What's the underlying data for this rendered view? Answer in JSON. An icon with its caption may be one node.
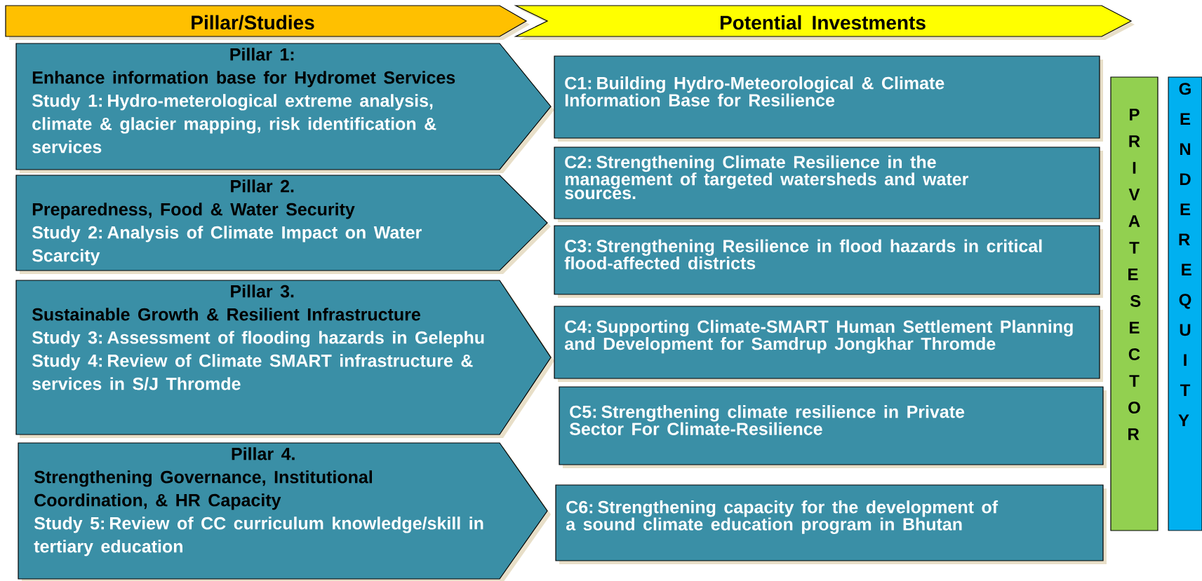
{
  "diagram": {
    "nodes": [
      {
        "text": [
          "Pillar/Studies"
        ]
      },
      {
        "text": [
          "Potential Investments"
        ]
      },
      {
        "text": [
          "Pillar 1:",
          "Enhance information base for Hydromet Services",
          "Study 1: Hydro-meterological extreme analysis, climate & glacier mapping, risk identification & services"
        ]
      },
      {
        "text": [
          "Pillar 2.",
          "Preparedness, Food & Water Security",
          "Study 2:  Analysis of Climate Impact on Water Scarcity"
        ]
      },
      {
        "text": [
          "Pillar 3.",
          "Sustainable Growth & Resilient Infrastructure",
          "Study 3: Assessment of flooding hazards in Gelephu Study 4: Review of Climate SMART infrastructure & services in S/J Thromde"
        ]
      },
      {
        "text": [
          "Pillar 4.",
          "Strengthening Governance, Institutional Coordination,  & HR Capacity",
          "Study 5: Review of CC curriculum knowledge/skill in tertiary education"
        ]
      },
      {
        "text": [
          "C1: Building Hydro-Meteorological & Climate Information Base for Resilience"
        ]
      },
      {
        "text": [
          "C2: Strengthening Climate Resilience in the management of  targeted watersheds and water sources."
        ]
      },
      {
        "text": [
          "C3: Strengthening Resilience in flood hazards in critical flood-affected districts"
        ]
      },
      {
        "text": [
          "C4: Supporting Climate-SMART Human Settlement Planning and Development for Samdrup Jongkhar Thromde"
        ]
      },
      {
        "text": [
          "C5: Strengthening climate resilience in Private Sector For Climate-Resilience"
        ]
      },
      {
        "text": [
          "C6: Strengthening capacity for the development of a sound climate education program in Bhutan"
        ]
      },
      {
        "text": [
          "PRIVATE SECTOR"
        ]
      },
      {
        "text": [
          "GENDER EQUITY"
        ]
      }
    ]
  }
}
